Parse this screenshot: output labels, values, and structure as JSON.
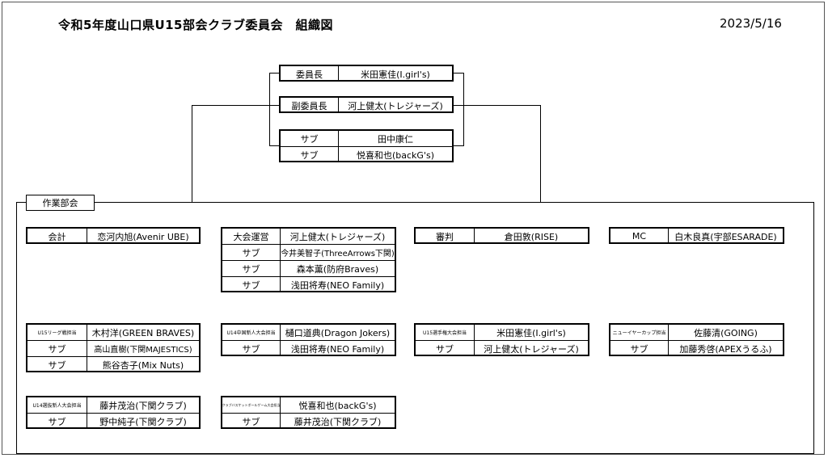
{
  "header": {
    "title": "令和5年度山口県U15部会クラブ委員会　組織図",
    "date": "2023/5/16"
  },
  "leadership": {
    "chair": {
      "role": "委員長",
      "name": "米田憲佳(I.girl's)"
    },
    "vice_chair": {
      "role": "副委員長",
      "name": "河上健太(トレジャーズ)"
    },
    "subs": [
      {
        "role": "サブ",
        "name": "田中康仁"
      },
      {
        "role": "サブ",
        "name": "悦喜和也(backG's)"
      }
    ]
  },
  "work_group": {
    "label": "作業部会",
    "tables": [
      {
        "rows": [
          {
            "role": "会計",
            "name": "恋河内旭(Avenir UBE)"
          }
        ]
      },
      {
        "rows": [
          {
            "role": "大会運営",
            "name": "河上健太(トレジャーズ)"
          },
          {
            "role": "サブ",
            "name": "今井美智子(ThreeArrows下関)"
          },
          {
            "role": "サブ",
            "name": "森本薫(防府Braves)"
          },
          {
            "role": "サブ",
            "name": "浅田将寿(NEO Family)"
          }
        ]
      },
      {
        "rows": [
          {
            "role": "審判",
            "name": "倉田敦(RISE)"
          }
        ]
      },
      {
        "rows": [
          {
            "role": "MC",
            "name": "白木良真(宇部ESARADE)"
          }
        ]
      },
      {
        "rows": [
          {
            "role": "U15リーグ戦担当",
            "name": "木村洋(GREEN BRAVES)"
          },
          {
            "role": "サブ",
            "name": "高山直樹(下関MAJESTICS)"
          },
          {
            "role": "サブ",
            "name": "熊谷杏子(Mix Nuts)"
          }
        ]
      },
      {
        "rows": [
          {
            "role": "U14中国新人大会担当",
            "name": "樋口道典(Dragon Jokers)"
          },
          {
            "role": "サブ",
            "name": "浅田将寿(NEO Family)"
          }
        ]
      },
      {
        "rows": [
          {
            "role": "U15選手権大会担当",
            "name": "米田憲佳(I.girl's)"
          },
          {
            "role": "サブ",
            "name": "河上健太(トレジャーズ)"
          }
        ]
      },
      {
        "rows": [
          {
            "role": "ニューイヤーカップ担当",
            "name": "佐藤清(GOING)"
          },
          {
            "role": "サブ",
            "name": "加藤秀啓(APEXうるふ)"
          }
        ]
      },
      {
        "rows": [
          {
            "role": "U14選抜新人大会担当",
            "name": "藤井茂治(下関クラブ)"
          },
          {
            "role": "サブ",
            "name": "野中純子(下関クラブ)"
          }
        ]
      },
      {
        "rows": [
          {
            "role": "クラブバスケットボールゲーム大会担当",
            "name": "悦喜和也(backG's)"
          },
          {
            "role": "サブ",
            "name": "藤井茂治(下関クラブ)"
          }
        ]
      }
    ]
  }
}
